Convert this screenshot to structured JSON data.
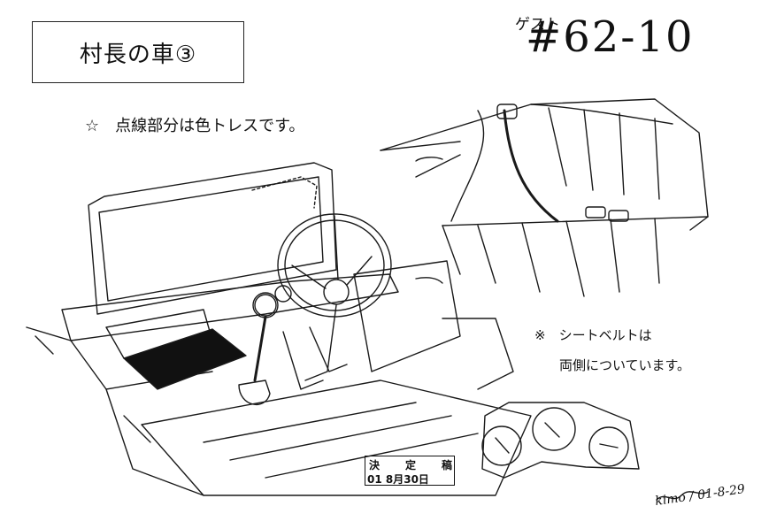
{
  "sheet": {
    "title": "村長の車③",
    "guest_label": "ゲスト",
    "guest_number": "#62-10",
    "note_dotted": "☆　点線部分は色トレスです。",
    "note_belt_line1": "※　シートベルトは",
    "note_belt_line2": "両側についています。",
    "stamp": {
      "c1": "決",
      "c2": "定",
      "c3": "稿",
      "date": "01 8月30日"
    },
    "signature": "kimo / 01-8-29"
  },
  "colors": {
    "line": "#1a1a1a",
    "paper": "#ffffff",
    "floor_mat": "#111111"
  }
}
